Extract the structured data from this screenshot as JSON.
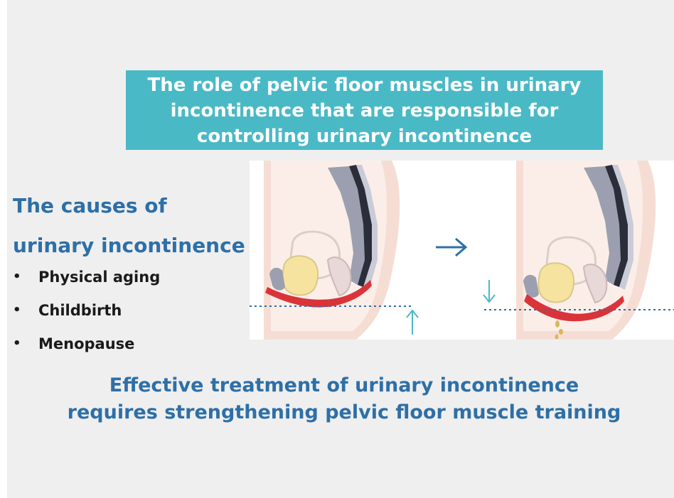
{
  "title": {
    "lines": [
      "The role of pelvic floor muscles in urinary",
      "incontinence that are responsible for",
      "controlling urinary incontinence"
    ]
  },
  "causes": {
    "heading_lines": [
      "The causes of",
      "urinary incontinence"
    ],
    "bullet": "•",
    "items": [
      "Physical aging",
      "Childbirth",
      "Menopause"
    ]
  },
  "illustration": {
    "arrow_right": "→",
    "arrow_up": "↑",
    "arrow_down": "↓",
    "icons": [
      "pelvis-cross-section-normal",
      "pelvis-cross-section-weakened",
      "arrow-right-icon",
      "arrow-up-icon",
      "arrow-down-icon"
    ]
  },
  "conclusion": {
    "lines": [
      "Effective treatment of urinary incontinence",
      "requires strengthening pelvic floor muscle training"
    ]
  },
  "colors": {
    "title_bg": "#4ab9c6",
    "heading_blue": "#2e6fa7",
    "muscle_red": "#d9343a",
    "background": "#efefef"
  }
}
